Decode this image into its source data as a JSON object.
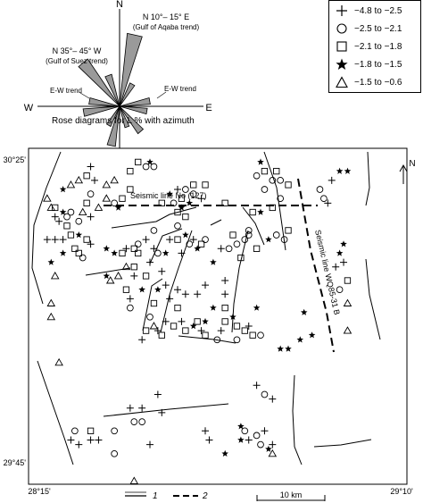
{
  "chart_data": {
    "type": "scatter",
    "rose": {
      "title": "Rose diagrams for L % with azimuth",
      "compass": {
        "n": "N",
        "w": "W",
        "e": "E"
      },
      "labels": {
        "ne": "N 10°– 15° E",
        "ne_sub": "(Gulf of Aqaba trend)",
        "nw": "N 35°– 45° W",
        "nw_sub": "(Gulf of Suez trend)",
        "ew_left": "E-W trend",
        "ew_right": "E-W trend"
      },
      "petals_deg": [
        {
          "azimuth": 12,
          "value": 1.0
        },
        {
          "azimuth": 192,
          "value": 0.55
        },
        {
          "azimuth": 320,
          "value": 0.78
        },
        {
          "azimuth": 140,
          "value": 0.45
        },
        {
          "azimuth": 80,
          "value": 0.42
        },
        {
          "azimuth": 260,
          "value": 0.5
        },
        {
          "azimuth": 100,
          "value": 0.38
        },
        {
          "azimuth": 280,
          "value": 0.42
        },
        {
          "azimuth": 30,
          "value": 0.35
        },
        {
          "azimuth": 210,
          "value": 0.3
        },
        {
          "azimuth": 340,
          "value": 0.45
        },
        {
          "azimuth": 160,
          "value": 0.3
        }
      ]
    },
    "legend": [
      {
        "symbol": "plus",
        "label": "−4.8 to −2.5"
      },
      {
        "symbol": "circle",
        "label": "−2.5 to −2.1"
      },
      {
        "symbol": "square",
        "label": "−2.1 to −1.8"
      },
      {
        "symbol": "star",
        "label": "−1.8 to −1.5"
      },
      {
        "symbol": "triangle",
        "label": "−1.5 to −0.6"
      }
    ],
    "map": {
      "x_ticks": [
        "28°15'",
        "29°10'"
      ],
      "y_ticks": [
        "30°25'",
        "29°45'"
      ],
      "xlim": [
        28.25,
        29.1667
      ],
      "ylim": [
        29.75,
        30.4167
      ],
      "north": "N",
      "seismic_line_1": "Seismic line No (127)",
      "seismic_line_2": "Seismic line WQ85-31 B",
      "scale_label": "10 km",
      "line_legend": [
        {
          "label": "1"
        },
        {
          "label": "2"
        }
      ]
    },
    "points": [
      {
        "s": "triangle",
        "x": 28.27,
        "y": 30.33
      },
      {
        "s": "triangle",
        "x": 28.28,
        "y": 30.31
      },
      {
        "s": "square",
        "x": 28.29,
        "y": 30.31
      },
      {
        "s": "plus",
        "x": 28.29,
        "y": 30.29
      },
      {
        "s": "plus",
        "x": 28.3,
        "y": 30.28
      },
      {
        "s": "star",
        "x": 28.31,
        "y": 30.3
      },
      {
        "s": "circle",
        "x": 28.32,
        "y": 30.29
      },
      {
        "s": "plus",
        "x": 28.27,
        "y": 30.24
      },
      {
        "s": "plus",
        "x": 28.29,
        "y": 30.24
      },
      {
        "s": "plus",
        "x": 28.31,
        "y": 30.24
      },
      {
        "s": "square",
        "x": 28.33,
        "y": 30.25
      },
      {
        "s": "star",
        "x": 28.35,
        "y": 30.25
      },
      {
        "s": "square",
        "x": 28.37,
        "y": 30.24
      },
      {
        "s": "square",
        "x": 28.32,
        "y": 30.27
      },
      {
        "s": "circle",
        "x": 28.35,
        "y": 30.28
      },
      {
        "s": "triangle",
        "x": 28.36,
        "y": 30.3
      },
      {
        "s": "plus",
        "x": 28.38,
        "y": 30.29
      },
      {
        "s": "circle",
        "x": 28.33,
        "y": 30.3
      },
      {
        "s": "square",
        "x": 28.34,
        "y": 30.22
      },
      {
        "s": "square",
        "x": 28.35,
        "y": 30.21
      },
      {
        "s": "circle",
        "x": 28.36,
        "y": 30.2
      },
      {
        "s": "plus",
        "x": 28.38,
        "y": 30.23
      },
      {
        "s": "star",
        "x": 28.28,
        "y": 30.19
      },
      {
        "s": "triangle",
        "x": 28.29,
        "y": 30.16
      },
      {
        "s": "triangle",
        "x": 28.28,
        "y": 30.1
      },
      {
        "s": "triangle",
        "x": 28.28,
        "y": 30.07
      },
      {
        "s": "triangle",
        "x": 28.3,
        "y": 29.97
      },
      {
        "s": "star",
        "x": 28.31,
        "y": 30.21
      },
      {
        "s": "circle",
        "x": 28.38,
        "y": 30.34
      },
      {
        "s": "square",
        "x": 28.37,
        "y": 30.38
      },
      {
        "s": "plus",
        "x": 28.38,
        "y": 30.4
      },
      {
        "s": "plus",
        "x": 28.39,
        "y": 30.37
      },
      {
        "s": "triangle",
        "x": 28.33,
        "y": 30.36
      },
      {
        "s": "triangle",
        "x": 28.35,
        "y": 30.37
      },
      {
        "s": "star",
        "x": 28.31,
        "y": 30.35
      },
      {
        "s": "square",
        "x": 28.37,
        "y": 30.32
      },
      {
        "s": "triangle",
        "x": 28.4,
        "y": 30.31
      },
      {
        "s": "triangle",
        "x": 28.42,
        "y": 30.33
      },
      {
        "s": "circle",
        "x": 28.44,
        "y": 30.32
      },
      {
        "s": "square",
        "x": 28.46,
        "y": 30.33
      },
      {
        "s": "star",
        "x": 28.45,
        "y": 30.31
      },
      {
        "s": "triangle",
        "x": 28.42,
        "y": 30.36
      },
      {
        "s": "triangle",
        "x": 28.44,
        "y": 30.37
      },
      {
        "s": "star",
        "x": 28.42,
        "y": 30.22
      },
      {
        "s": "star",
        "x": 28.44,
        "y": 30.21
      },
      {
        "s": "square",
        "x": 28.46,
        "y": 30.21
      },
      {
        "s": "plus",
        "x": 28.47,
        "y": 30.22
      },
      {
        "s": "square",
        "x": 28.49,
        "y": 30.22
      },
      {
        "s": "square",
        "x": 28.5,
        "y": 30.21
      },
      {
        "s": "triangle",
        "x": 28.43,
        "y": 30.15
      },
      {
        "s": "star",
        "x": 28.42,
        "y": 30.16
      },
      {
        "s": "triangle",
        "x": 28.45,
        "y": 30.16
      },
      {
        "s": "triangle",
        "x": 28.47,
        "y": 30.18
      },
      {
        "s": "square",
        "x": 28.49,
        "y": 30.18
      },
      {
        "s": "plus",
        "x": 28.49,
        "y": 30.16
      },
      {
        "s": "square",
        "x": 28.47,
        "y": 30.13
      },
      {
        "s": "plus",
        "x": 28.48,
        "y": 30.11
      },
      {
        "s": "circle",
        "x": 28.48,
        "y": 30.09
      },
      {
        "s": "star",
        "x": 28.51,
        "y": 30.13
      },
      {
        "s": "square",
        "x": 28.52,
        "y": 30.16
      },
      {
        "s": "plus",
        "x": 28.53,
        "y": 30.19
      },
      {
        "s": "circle",
        "x": 28.5,
        "y": 30.23
      },
      {
        "s": "plus",
        "x": 28.52,
        "y": 30.24
      },
      {
        "s": "circle",
        "x": 28.54,
        "y": 30.26
      },
      {
        "s": "plus",
        "x": 28.54,
        "y": 30.22
      },
      {
        "s": "circle",
        "x": 28.55,
        "y": 30.21
      },
      {
        "s": "star",
        "x": 28.57,
        "y": 30.21
      },
      {
        "s": "plus",
        "x": 28.56,
        "y": 30.17
      },
      {
        "s": "star",
        "x": 28.55,
        "y": 30.13
      },
      {
        "s": "square",
        "x": 28.54,
        "y": 30.1
      },
      {
        "s": "circle",
        "x": 28.53,
        "y": 30.07
      },
      {
        "s": "triangle",
        "x": 28.54,
        "y": 30.05
      },
      {
        "s": "square",
        "x": 28.52,
        "y": 30.04
      },
      {
        "s": "plus",
        "x": 28.51,
        "y": 30.02
      },
      {
        "s": "square",
        "x": 28.56,
        "y": 30.03
      },
      {
        "s": "square",
        "x": 28.48,
        "y": 30.39
      },
      {
        "s": "square",
        "x": 28.5,
        "y": 30.41
      },
      {
        "s": "circle",
        "x": 28.52,
        "y": 30.4
      },
      {
        "s": "star",
        "x": 28.53,
        "y": 30.41
      },
      {
        "s": "circle",
        "x": 28.54,
        "y": 30.4
      },
      {
        "s": "square",
        "x": 28.48,
        "y": 30.35
      },
      {
        "s": "square",
        "x": 28.6,
        "y": 30.3
      },
      {
        "s": "circle",
        "x": 28.59,
        "y": 30.32
      },
      {
        "s": "star",
        "x": 28.58,
        "y": 30.34
      },
      {
        "s": "square",
        "x": 28.56,
        "y": 30.32
      },
      {
        "s": "plus",
        "x": 28.6,
        "y": 30.35
      },
      {
        "s": "square",
        "x": 28.61,
        "y": 30.33
      },
      {
        "s": "circle",
        "x": 28.62,
        "y": 30.35
      },
      {
        "s": "star",
        "x": 28.63,
        "y": 30.32
      },
      {
        "s": "circle",
        "x": 28.64,
        "y": 30.34
      },
      {
        "s": "square",
        "x": 28.64,
        "y": 30.36
      },
      {
        "s": "plus",
        "x": 28.66,
        "y": 30.33
      },
      {
        "s": "square",
        "x": 28.67,
        "y": 30.36
      },
      {
        "s": "star",
        "x": 28.61,
        "y": 30.31
      },
      {
        "s": "square",
        "x": 28.62,
        "y": 30.29
      },
      {
        "s": "circle",
        "x": 28.6,
        "y": 30.27
      },
      {
        "s": "plus",
        "x": 28.58,
        "y": 30.24
      },
      {
        "s": "square",
        "x": 28.6,
        "y": 30.24
      },
      {
        "s": "star",
        "x": 28.62,
        "y": 30.25
      },
      {
        "s": "circle",
        "x": 28.63,
        "y": 30.23
      },
      {
        "s": "plus",
        "x": 28.64,
        "y": 30.24
      },
      {
        "s": "star",
        "x": 28.65,
        "y": 30.22
      },
      {
        "s": "square",
        "x": 28.66,
        "y": 30.23
      },
      {
        "s": "circle",
        "x": 28.67,
        "y": 30.24
      },
      {
        "s": "plus",
        "x": 28.61,
        "y": 30.21
      },
      {
        "s": "plus",
        "x": 28.57,
        "y": 30.14
      },
      {
        "s": "plus",
        "x": 28.6,
        "y": 30.13
      },
      {
        "s": "plus",
        "x": 28.62,
        "y": 30.12
      },
      {
        "s": "plus",
        "x": 28.58,
        "y": 30.11
      },
      {
        "s": "square",
        "x": 28.6,
        "y": 30.09
      },
      {
        "s": "plus",
        "x": 28.57,
        "y": 30.06
      },
      {
        "s": "square",
        "x": 28.59,
        "y": 30.05
      },
      {
        "s": "plus",
        "x": 28.61,
        "y": 30.06
      },
      {
        "s": "square",
        "x": 28.62,
        "y": 30.04
      },
      {
        "s": "star",
        "x": 28.64,
        "y": 30.05
      },
      {
        "s": "square",
        "x": 28.65,
        "y": 30.06
      },
      {
        "s": "plus",
        "x": 28.66,
        "y": 30.04
      },
      {
        "s": "square",
        "x": 28.67,
        "y": 30.03
      },
      {
        "s": "star",
        "x": 28.67,
        "y": 30.06
      },
      {
        "s": "plus",
        "x": 28.65,
        "y": 30.12
      },
      {
        "s": "plus",
        "x": 28.67,
        "y": 30.14
      },
      {
        "s": "star",
        "x": 28.69,
        "y": 30.19
      },
      {
        "s": "plus",
        "x": 28.71,
        "y": 30.22
      },
      {
        "s": "circle",
        "x": 28.73,
        "y": 30.22
      },
      {
        "s": "square",
        "x": 28.72,
        "y": 30.32
      },
      {
        "s": "square",
        "x": 28.74,
        "y": 30.25
      },
      {
        "s": "circle",
        "x": 28.75,
        "y": 30.23
      },
      {
        "s": "circle",
        "x": 28.77,
        "y": 30.24
      },
      {
        "s": "circle",
        "x": 28.78,
        "y": 30.26
      },
      {
        "s": "square",
        "x": 28.76,
        "y": 30.2
      },
      {
        "s": "plus",
        "x": 28.72,
        "y": 30.15
      },
      {
        "s": "plus",
        "x": 28.72,
        "y": 30.12
      },
      {
        "s": "square",
        "x": 28.72,
        "y": 30.09
      },
      {
        "s": "star",
        "x": 28.69,
        "y": 30.09
      },
      {
        "s": "square",
        "x": 28.72,
        "y": 30.06
      },
      {
        "s": "star",
        "x": 28.74,
        "y": 30.07
      },
      {
        "s": "square",
        "x": 28.75,
        "y": 30.05
      },
      {
        "s": "plus",
        "x": 28.71,
        "y": 30.04
      },
      {
        "s": "circle",
        "x": 28.7,
        "y": 30.02
      },
      {
        "s": "circle",
        "x": 28.75,
        "y": 30.02
      },
      {
        "s": "square",
        "x": 28.77,
        "y": 30.04
      },
      {
        "s": "square",
        "x": 28.79,
        "y": 30.3
      },
      {
        "s": "circle",
        "x": 28.8,
        "y": 30.38
      },
      {
        "s": "square",
        "x": 28.82,
        "y": 30.39
      },
      {
        "s": "star",
        "x": 28.81,
        "y": 30.41
      },
      {
        "s": "circle",
        "x": 28.84,
        "y": 30.37
      },
      {
        "s": "square",
        "x": 28.85,
        "y": 30.39
      },
      {
        "s": "circle",
        "x": 28.86,
        "y": 30.37
      },
      {
        "s": "square",
        "x": 28.88,
        "y": 30.36
      },
      {
        "s": "circle",
        "x": 28.82,
        "y": 30.35
      },
      {
        "s": "star",
        "x": 28.81,
        "y": 30.3
      },
      {
        "s": "circle",
        "x": 28.86,
        "y": 30.33
      },
      {
        "s": "square",
        "x": 28.84,
        "y": 30.31
      },
      {
        "s": "circle",
        "x": 28.85,
        "y": 30.25
      },
      {
        "s": "circle",
        "x": 28.87,
        "y": 30.24
      },
      {
        "s": "star",
        "x": 28.83,
        "y": 30.24
      },
      {
        "s": "square",
        "x": 28.88,
        "y": 30.26
      },
      {
        "s": "circle",
        "x": 28.78,
        "y": 30.25
      },
      {
        "s": "square",
        "x": 28.8,
        "y": 30.22
      },
      {
        "s": "star",
        "x": 28.8,
        "y": 30.09
      },
      {
        "s": "plus",
        "x": 28.78,
        "y": 30.05
      },
      {
        "s": "square",
        "x": 28.79,
        "y": 30.03
      },
      {
        "s": "circle",
        "x": 28.81,
        "y": 30.03
      },
      {
        "s": "plus",
        "x": 28.8,
        "y": 29.92
      },
      {
        "s": "circle",
        "x": 28.82,
        "y": 29.9
      },
      {
        "s": "plus",
        "x": 28.84,
        "y": 29.89
      },
      {
        "s": "star",
        "x": 28.86,
        "y": 30.0
      },
      {
        "s": "star",
        "x": 28.88,
        "y": 30.0
      },
      {
        "s": "star",
        "x": 28.91,
        "y": 30.02
      },
      {
        "s": "star",
        "x": 28.76,
        "y": 29.83
      },
      {
        "s": "circle",
        "x": 28.77,
        "y": 29.82
      },
      {
        "s": "circle",
        "x": 28.8,
        "y": 29.81
      },
      {
        "s": "plus",
        "x": 28.78,
        "y": 29.8
      },
      {
        "s": "plus",
        "x": 28.82,
        "y": 29.82
      },
      {
        "s": "circle",
        "x": 28.81,
        "y": 29.79
      },
      {
        "s": "star",
        "x": 28.83,
        "y": 29.78
      },
      {
        "s": "triangle",
        "x": 28.84,
        "y": 29.77
      },
      {
        "s": "plus",
        "x": 28.84,
        "y": 29.79
      },
      {
        "s": "star",
        "x": 28.76,
        "y": 29.8
      },
      {
        "s": "star",
        "x": 28.72,
        "y": 29.77
      },
      {
        "s": "circle",
        "x": 28.96,
        "y": 30.35
      },
      {
        "s": "circle",
        "x": 28.97,
        "y": 30.33
      },
      {
        "s": "plus",
        "x": 28.99,
        "y": 30.37
      },
      {
        "s": "star",
        "x": 29.01,
        "y": 30.39
      },
      {
        "s": "star",
        "x": 29.03,
        "y": 30.39
      },
      {
        "s": "plus",
        "x": 28.98,
        "y": 30.32
      },
      {
        "s": "star",
        "x": 29.01,
        "y": 30.21
      },
      {
        "s": "plus",
        "x": 29.02,
        "y": 30.19
      },
      {
        "s": "plus",
        "x": 29.0,
        "y": 30.18
      },
      {
        "s": "star",
        "x": 29.02,
        "y": 30.23
      },
      {
        "s": "square",
        "x": 29.03,
        "y": 30.15
      },
      {
        "s": "circle",
        "x": 29.01,
        "y": 30.13
      },
      {
        "s": "triangle",
        "x": 29.03,
        "y": 30.1
      },
      {
        "s": "star",
        "x": 28.92,
        "y": 30.08
      },
      {
        "s": "star",
        "x": 28.94,
        "y": 30.03
      },
      {
        "s": "triangle",
        "x": 29.03,
        "y": 30.04
      },
      {
        "s": "plus",
        "x": 28.55,
        "y": 30.04
      },
      {
        "s": "plus",
        "x": 28.55,
        "y": 29.9
      },
      {
        "s": "plus",
        "x": 28.48,
        "y": 29.87
      },
      {
        "s": "plus",
        "x": 28.51,
        "y": 29.87
      },
      {
        "s": "plus",
        "x": 28.56,
        "y": 29.86
      },
      {
        "s": "circle",
        "x": 28.49,
        "y": 29.84
      },
      {
        "s": "circle",
        "x": 28.51,
        "y": 29.84
      },
      {
        "s": "circle",
        "x": 28.44,
        "y": 29.82
      },
      {
        "s": "square",
        "x": 28.38,
        "y": 29.82
      },
      {
        "s": "plus",
        "x": 28.4,
        "y": 29.8
      },
      {
        "s": "circle",
        "x": 28.44,
        "y": 29.77
      },
      {
        "s": "plus",
        "x": 28.53,
        "y": 29.79
      },
      {
        "s": "plus",
        "x": 28.67,
        "y": 29.82
      },
      {
        "s": "plus",
        "x": 28.68,
        "y": 29.8
      },
      {
        "s": "circle",
        "x": 28.34,
        "y": 29.82
      },
      {
        "s": "plus",
        "x": 28.33,
        "y": 29.8
      },
      {
        "s": "plus",
        "x": 28.35,
        "y": 29.79
      },
      {
        "s": "plus",
        "x": 28.38,
        "y": 29.8
      },
      {
        "s": "triangle",
        "x": 28.49,
        "y": 29.71
      }
    ]
  }
}
